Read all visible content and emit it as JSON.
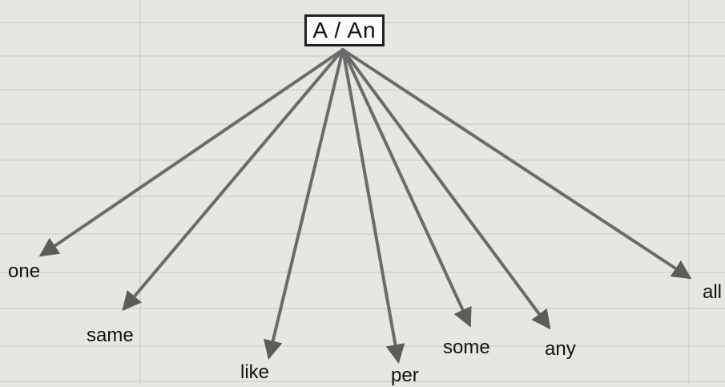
{
  "diagram": {
    "root": "A / An",
    "leaves": [
      "one",
      "same",
      "like",
      "per",
      "some",
      "any",
      "all"
    ]
  },
  "colors": {
    "arrow": "#6b6b6b",
    "box_border": "#222222",
    "paper": "#e7e6e1"
  }
}
